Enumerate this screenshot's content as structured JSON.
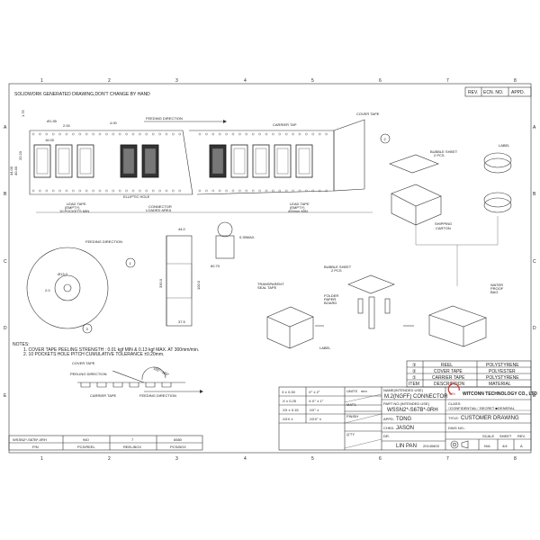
{
  "frame": {
    "columns": [
      "1",
      "2",
      "3",
      "4",
      "5",
      "6",
      "7",
      "8"
    ],
    "rows": [
      "A",
      "B",
      "C",
      "D",
      "E"
    ]
  },
  "header_note": "SOLIDWORK GENERATED DRAWING,DON'T CHANGE BY HAND",
  "revision_table": {
    "rev": "REV.",
    "ecn": "ECN. NO.",
    "appd": "APPD."
  },
  "tape_view": {
    "feeding_direction": "FEEDING DIRECTION",
    "carrier_tape": "CARRIER TAP",
    "cover_tape": "COVER TAPE",
    "elliptic_hole": "ELLIPTIC HOLE",
    "lead_tape_left": [
      "LEAD TAPE",
      "(EMPTY)",
      "10 POCKETS MIN."
    ],
    "connector_area": [
      "CONNECTOR",
      "LOADED AREA"
    ],
    "lead_tape_right": [
      "LEAD TAPE",
      "(EMPTY)",
      "400mm MIN."
    ],
    "dims": [
      "Ø1.55",
      "2.00",
      "4.00",
      "1.75",
      "16.00",
      "44.00",
      "40.40",
      "20.20"
    ],
    "balloon": "2"
  },
  "reel_view": {
    "feeding_direction": "FEEDING DIRECTION",
    "balloon_1": "1",
    "balloon_3": "3",
    "dims": [
      "44.0",
      "330.0",
      "100.0",
      "37.5",
      "0.35MAX.",
      "60.70",
      "Ø13.0",
      "2.0"
    ]
  },
  "packing": {
    "bubble_sheet_top": [
      "BUBBLE SHEET",
      "2 PCS"
    ],
    "shipping_carton": [
      "SHIPPING",
      "CARTON"
    ],
    "label_top": "LABEL",
    "bubble_sheet_bottom": [
      "BUBBLE SHEET",
      "2 PCS"
    ],
    "folder_board": [
      "FOLDER",
      "PAPER",
      "BOARD"
    ],
    "seal_tape": [
      "TRANSPARENT",
      "SEAL TAPE"
    ],
    "label_bottom": "LABEL",
    "water_proof_bag": [
      "WATER",
      "PROOF",
      "BAG"
    ]
  },
  "notes": {
    "title": "NOTES:",
    "items": [
      "1. COVER TAPE PEELING STRENGTH : 0.01 kgf MIN & 0.13 kgf MAX. AT 300mm/min.",
      "2. 10 POCKETS HOLE PITCH CUMULATIVE TOLERANCE ±0.20mm."
    ],
    "peel_diagram": {
      "cover_tape": "COVER TAPE",
      "peeling_direction": "PEELING DIRECTION",
      "angle": "165°~180°",
      "carrier_tape": "CARRIER TAPE",
      "feeding_direction": "FEEDING DIRECTION"
    }
  },
  "packing_qty_table": {
    "values": [
      "WSSN2*-S67B*-0RH",
      "940",
      "7",
      "6580"
    ],
    "headers": [
      "P/N",
      "PCS/REEL",
      "REEL/BOX",
      "PCS/BOX"
    ]
  },
  "materials_table": {
    "rows": [
      {
        "item": "③",
        "description": "REEL",
        "material": "POLYSTYRENE"
      },
      {
        "item": "②",
        "description": "COVER TAPE",
        "material": "POLYESTER"
      },
      {
        "item": "①",
        "description": "CARRIER TAPE",
        "material": "POLYSTYRENE"
      }
    ],
    "headers": {
      "item": "ITEM",
      "description": "DESCRIPTION",
      "material": "MATERIAL"
    }
  },
  "title_block": {
    "tolerances": [
      "X ± 0.30",
      "X° ± 2°",
      ".X ± 0.25",
      "X.X° ± 1°",
      ".XX ± 0.15",
      ".XX° ±",
      ".XXX ±",
      ".XXX° ±"
    ],
    "units_label": "UNITS",
    "units_value": "mm",
    "matl_label": "MAT'L",
    "finish_label": "FINISH",
    "qty_label": "Q'TY",
    "name_label": "NAME(INTENDED USE)",
    "name_value": "M.2(NGFF) CONNECTOR",
    "part_label": "PART NO.(INTENDED USE)",
    "part_value": "WSSN2*-S67B*-0RH",
    "appd_label": "APPD.",
    "appd_value": "TONG",
    "chkd_label": "CHKD.",
    "chkd_value": "JASON",
    "dr_label": "DR.",
    "dr_value": "LIN PAN",
    "date": "20140603",
    "company": "WITCONN TECHNOLOGY CO., LTD",
    "logo": "WIN",
    "class_label": "CLASS:",
    "class_options": "□CONFIDENTIAL  □SECRET  ■GENERAL",
    "title_label": "TITLE:",
    "title_value": "CUSTOMER DRAWING",
    "dwg_label": "DWG NO.:",
    "scale_label": "SCALE",
    "scale_value": "N/A",
    "sheet_label": "SHEET",
    "sheet_value": "4/4",
    "rev_label": "REV.",
    "rev_value": "A"
  },
  "colors": {
    "logo_red": "#d0302a",
    "line": "#333333"
  }
}
